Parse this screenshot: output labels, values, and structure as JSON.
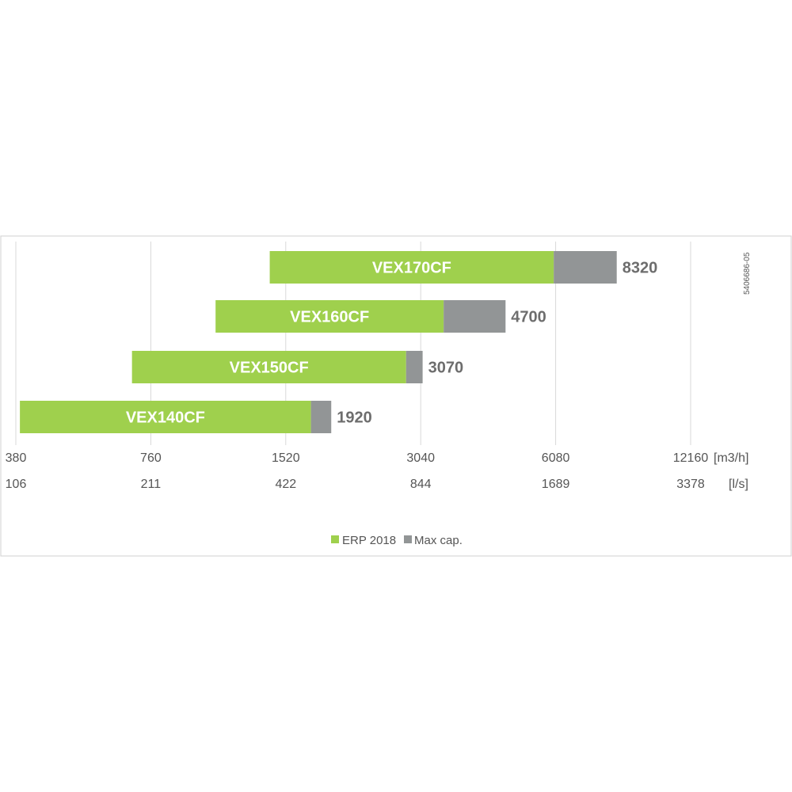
{
  "chart_data": {
    "type": "bar",
    "orientation": "horizontal",
    "scale": "log",
    "xlim": [
      380,
      12160
    ],
    "x_ticks_primary": [
      380,
      760,
      1520,
      3040,
      6080,
      12160
    ],
    "x_ticks_secondary": [
      106,
      211,
      422,
      844,
      1689,
      3378
    ],
    "unit_primary": "[m3/h]",
    "unit_secondary": "[l/s]",
    "grid": true,
    "legend_position": "bottom-center",
    "doc_code": "5406686-05",
    "colors": {
      "erp": "#9fd04d",
      "max": "#929596"
    },
    "series": [
      {
        "name": "ERP 2018",
        "color": "#9fd04d"
      },
      {
        "name": "Max cap.",
        "color": "#929596"
      }
    ],
    "bars": [
      {
        "label": "VEX170CF",
        "start": 1400,
        "erp_end": 6020,
        "max_end": 8320,
        "value_label": "8320"
      },
      {
        "label": "VEX160CF",
        "start": 1060,
        "erp_end": 3420,
        "max_end": 4700,
        "value_label": "4700"
      },
      {
        "label": "VEX150CF",
        "start": 690,
        "erp_end": 2820,
        "max_end": 3070,
        "value_label": "3070"
      },
      {
        "label": "VEX140CF",
        "start": 388,
        "erp_end": 1730,
        "max_end": 1920,
        "value_label": "1920"
      }
    ]
  }
}
